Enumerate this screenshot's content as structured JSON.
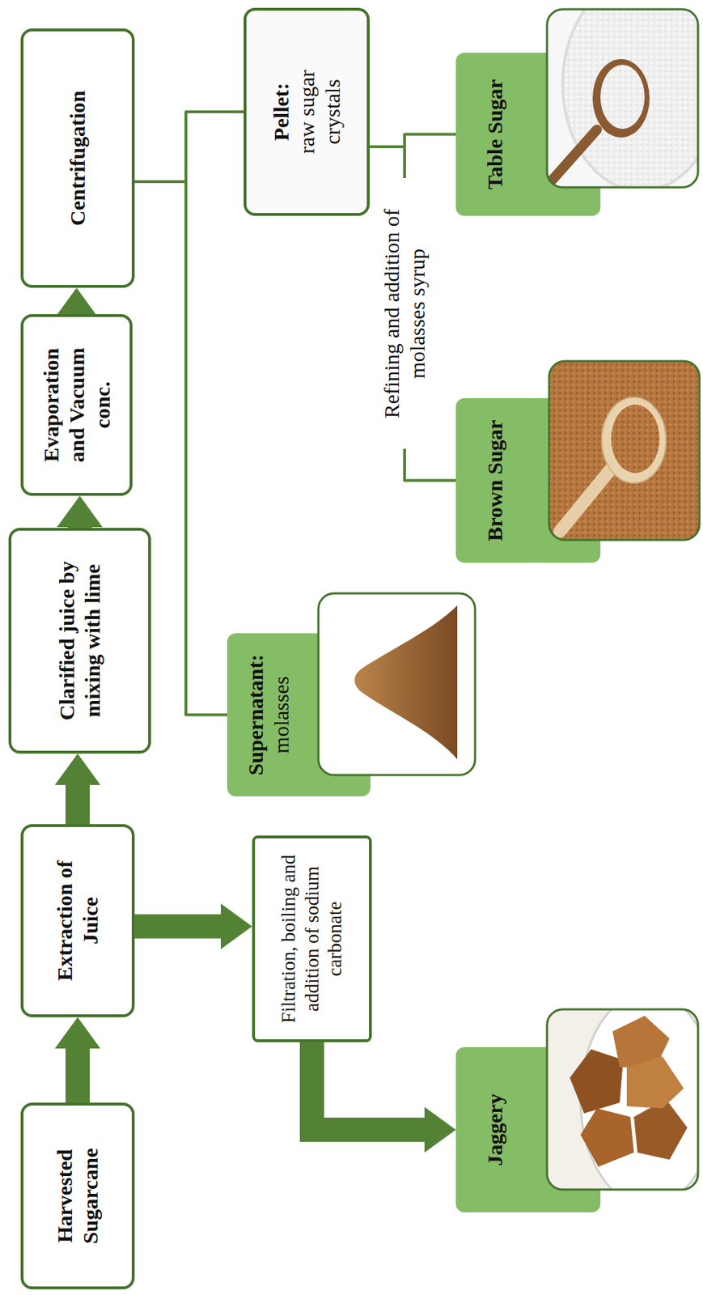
{
  "diagram": {
    "nodes": [
      {
        "text": [
          "Harvested Sugarcane"
        ]
      },
      {
        "text": [
          "Extraction of Juice"
        ]
      },
      {
        "text": [
          "Clarified juice by mixing with lime"
        ]
      },
      {
        "text": [
          "Evaporation and Vacuum conc."
        ]
      },
      {
        "text": [
          "Centrifugation"
        ]
      },
      {
        "text": [
          "Filtration, boiling and addition of sodium carbonate"
        ]
      },
      {
        "text": [
          "Jaggery"
        ]
      },
      {
        "text": [
          "Supernatant:",
          "molasses"
        ]
      },
      {
        "text": [
          "Pellet:",
          "raw sugar crystals"
        ]
      },
      {
        "text": [
          "Brown Sugar"
        ]
      },
      {
        "text": [
          "Table Sugar"
        ]
      }
    ],
    "edges": [
      {
        "from": 0,
        "to": 1,
        "arrow": "to"
      },
      {
        "from": 1,
        "to": 2,
        "arrow": "to"
      },
      {
        "from": 2,
        "to": 3,
        "arrow": "to"
      },
      {
        "from": 3,
        "to": 4,
        "arrow": "to"
      },
      {
        "from": 1,
        "to": 5,
        "arrow": "to"
      },
      {
        "from": 5,
        "to": 6,
        "arrow": "to"
      },
      {
        "from": 4,
        "to": 7,
        "arrow": "none"
      },
      {
        "from": 4,
        "to": 8,
        "arrow": "none"
      },
      {
        "from": 8,
        "to": 9,
        "label": "Refining and addition of molasses syrup",
        "arrow": "none"
      },
      {
        "from": 8,
        "to": 10,
        "arrow": "none"
      }
    ]
  }
}
